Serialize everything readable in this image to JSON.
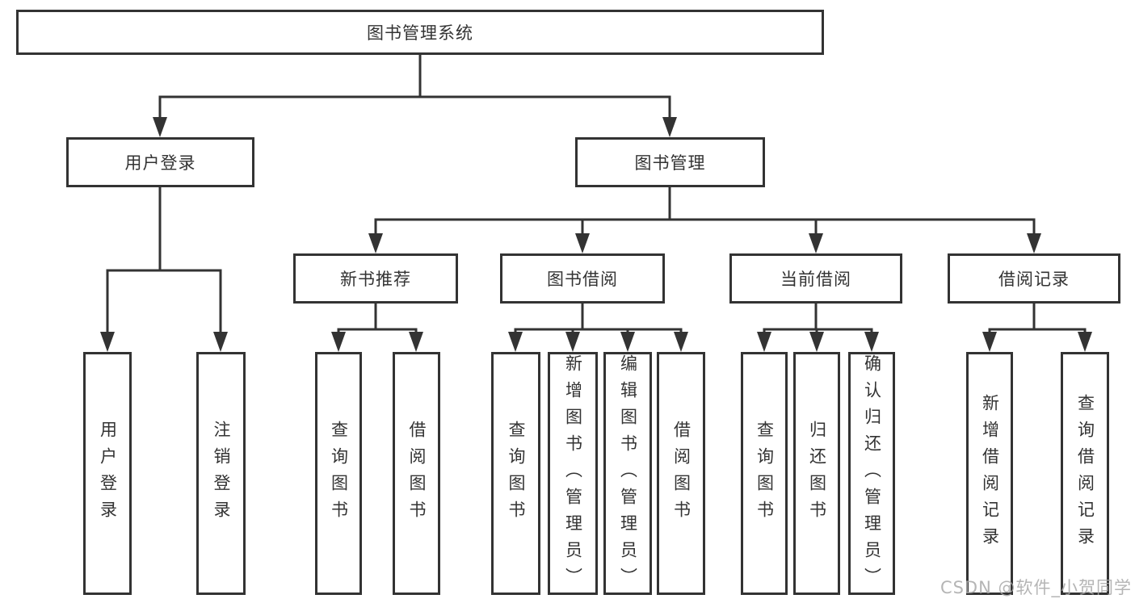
{
  "diagram": {
    "title": "图书管理系统",
    "nodes": {
      "root": "图书管理系统",
      "user_login": "用户登录",
      "book_mgmt": "图书管理",
      "new_book_rec": "新书推荐",
      "book_borrow": "图书借阅",
      "current_borrow": "当前借阅",
      "borrow_record": "借阅记录",
      "ul_user_login": "用户登录",
      "ul_logout": "注销登录",
      "nbr_query_book": "查询图书",
      "nbr_borrow_book": "借阅图书",
      "bb_query_book": "查询图书",
      "bb_add_book": "新增图书（管理员）",
      "bb_edit_book": "编辑图书（管理员）",
      "bb_borrow_book": "借阅图书",
      "cb_query_book": "查询图书",
      "cb_return_book": "归还图书",
      "cb_confirm_return": "确认归还（管理员）",
      "br_add_record": "新增借阅记录",
      "br_query_record": "查询借阅记录"
    },
    "hierarchy": {
      "图书管理系统": {
        "用户登录": [
          "用户登录",
          "注销登录"
        ],
        "图书管理": {
          "新书推荐": [
            "查询图书",
            "借阅图书"
          ],
          "图书借阅": [
            "查询图书",
            "新增图书（管理员）",
            "编辑图书（管理员）",
            "借阅图书"
          ],
          "当前借阅": [
            "查询图书",
            "归还图书",
            "确认归还（管理员）"
          ],
          "借阅记录": [
            "新增借阅记录",
            "查询借阅记录"
          ]
        }
      }
    },
    "colors": {
      "line": "#333333",
      "text": "#333333",
      "background": "#ffffff",
      "watermark": "#a9a9a9"
    }
  },
  "watermark": {
    "text": "CSDN @软件_小贺同学"
  }
}
